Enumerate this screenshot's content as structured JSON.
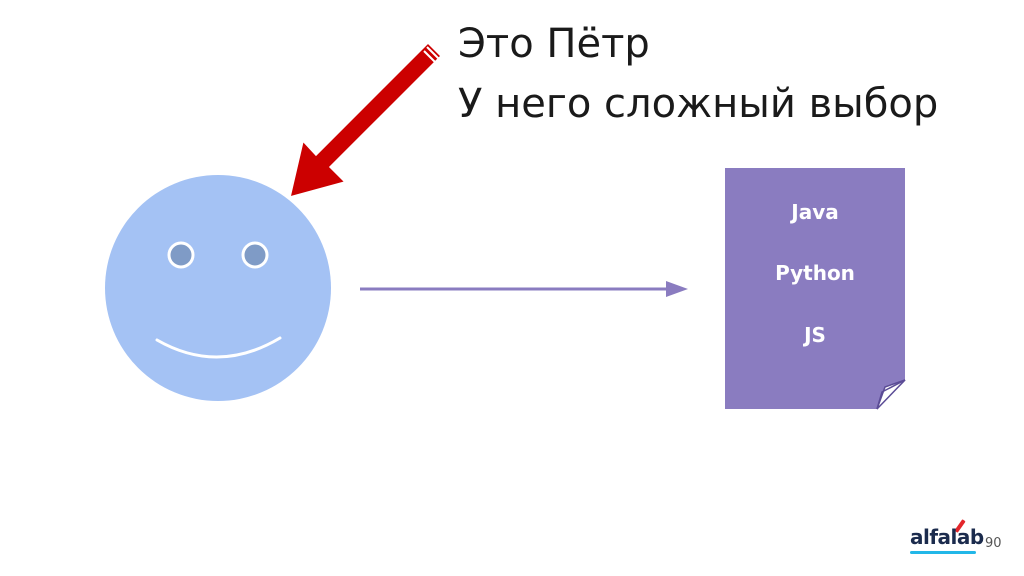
{
  "title": {
    "line1": "Это Пётр",
    "line2": "У него сложный выбор"
  },
  "document": {
    "items": [
      "Java",
      "Python",
      "JS"
    ],
    "color": "#8a7cc0"
  },
  "face": {
    "color": "#a4c2f4",
    "eye_color": "#7f9bc6"
  },
  "pointer_arrow": {
    "color": "#cc0000"
  },
  "connector_arrow": {
    "color": "#8a7cc0"
  },
  "logo": {
    "text": "alfalab"
  },
  "page_number": "90"
}
